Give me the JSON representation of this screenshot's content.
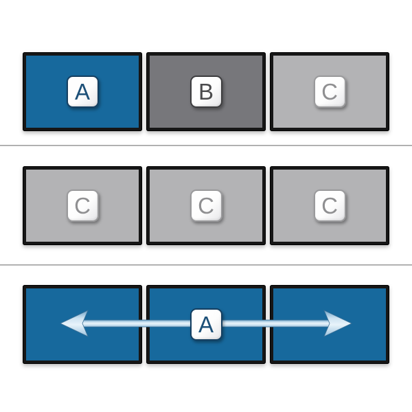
{
  "diagram": {
    "background": "#ffffff",
    "divider_color": "#8c8c8c",
    "rows": [
      {
        "id": "extended-desktop-row",
        "monitors": [
          {
            "screen": "#17699d",
            "key": "A",
            "key_text": "#1d5078",
            "key_border": "#153f61"
          },
          {
            "screen": "#77777b",
            "key": "B",
            "key_text": "#4b4b4d",
            "key_border": "#3d3d3f"
          },
          {
            "screen": "#b3b3b5",
            "key": "C",
            "key_text": "#8f8f91",
            "key_border": "#99999b"
          }
        ]
      },
      {
        "id": "cloned-desktop-row",
        "monitors": [
          {
            "screen": "#b3b3b5",
            "key": "C",
            "key_text": "#8f8f91",
            "key_border": "#99999b"
          },
          {
            "screen": "#b3b3b5",
            "key": "C",
            "key_text": "#8f8f91",
            "key_border": "#99999b"
          },
          {
            "screen": "#b3b3b5",
            "key": "C",
            "key_text": "#8f8f91",
            "key_border": "#99999b"
          }
        ]
      },
      {
        "id": "spanned-desktop-row",
        "monitors": [
          {
            "screen": "#17699d"
          },
          {
            "screen": "#17699d",
            "key": "A",
            "key_text": "#1d5078",
            "key_border": "#153f61"
          },
          {
            "screen": "#17699d"
          }
        ],
        "arrow": {
          "direction": "both",
          "fill_light": "#e8f3fa",
          "fill_mid": "#a9cbe4",
          "fill_dark": "#6ea3c8",
          "edge": "#3e7196"
        }
      }
    ]
  }
}
